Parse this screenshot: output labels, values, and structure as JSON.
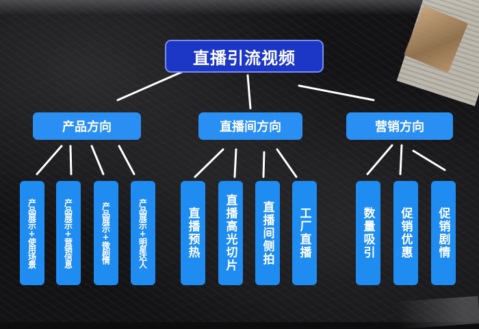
{
  "root": {
    "label": "直播引流视频"
  },
  "categories": [
    {
      "label": "产品方向",
      "children": [
        "产品展示+使用场景",
        "产品展示+营销信息",
        "产品展示+微剧情",
        "产品展示+明星达人"
      ]
    },
    {
      "label": "直播间方向",
      "children": [
        "直播预热",
        "直播高光切片",
        "直播间侧拍",
        "工厂直播"
      ]
    },
    {
      "label": "营销方向",
      "children": [
        "数量吸引",
        "促销优惠",
        "促销剧情"
      ]
    }
  ],
  "colors": {
    "root": "#1c36c6",
    "category": "#2a8ff2",
    "leaf": "#1f8cf1",
    "connector": "#ffffff"
  }
}
